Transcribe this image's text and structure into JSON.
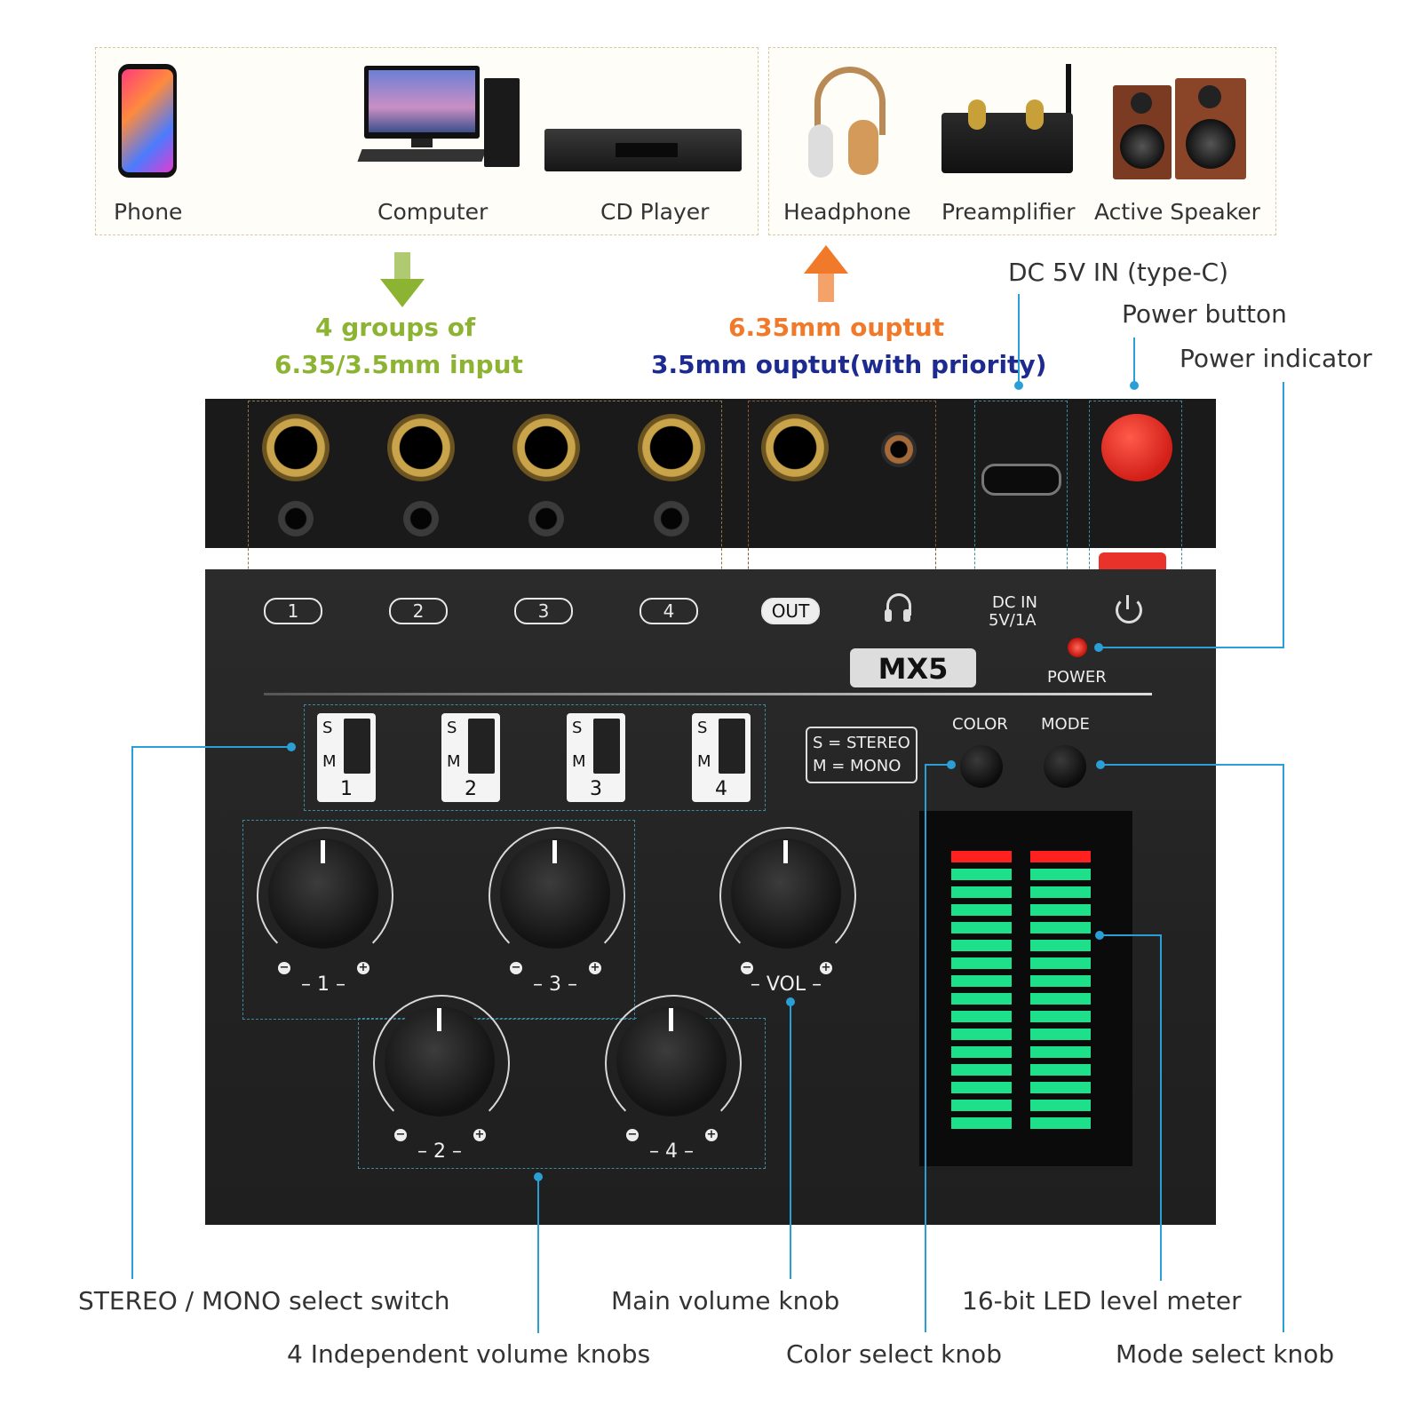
{
  "devices": {
    "inputs": [
      {
        "label": "Phone",
        "icon": "phone-icon"
      },
      {
        "label": "Computer",
        "icon": "computer-icon"
      },
      {
        "label": "CD Player",
        "icon": "cd-player-icon"
      }
    ],
    "outputs": [
      {
        "label": "Headphone",
        "icon": "headphone-icon"
      },
      {
        "label": "Preamplifier",
        "icon": "preamplifier-icon"
      },
      {
        "label": "Active Speaker",
        "icon": "speaker-icon"
      }
    ]
  },
  "annotations": {
    "input_line1": "4 groups of",
    "input_line2": "6.35/3.5mm input",
    "output_line1": "6.35mm ouptut",
    "output_line2": "3.5mm ouptut(with priority)",
    "dc_in": "DC 5V IN (type-C)",
    "power_button": "Power button",
    "power_indicator": "Power indicator",
    "stereo_mono": "STEREO / MONO select switch",
    "independent_knobs": "4 Independent volume knobs",
    "main_volume": "Main volume knob",
    "color_knob": "Color select knob",
    "led_meter": "16-bit LED level meter",
    "mode_knob": "Mode select knob"
  },
  "panel": {
    "ports": [
      "1",
      "2",
      "3",
      "4"
    ],
    "out_label": "OUT",
    "dc_label_1": "DC IN",
    "dc_label_2": "5V/1A",
    "model": "MX5",
    "power_label": "POWER",
    "legend_1": "S = STEREO",
    "legend_2": "M = MONO",
    "color_label": "COLOR",
    "mode_label": "MODE",
    "switches": [
      {
        "s": "S",
        "m": "M",
        "num": "1"
      },
      {
        "s": "S",
        "m": "M",
        "num": "2"
      },
      {
        "s": "S",
        "m": "M",
        "num": "3"
      },
      {
        "s": "S",
        "m": "M",
        "num": "4"
      }
    ],
    "knob_labels": {
      "k1": "– 1 –",
      "k2": "– 2 –",
      "k3": "– 3 –",
      "k4": "– 4 –",
      "vol": "– VOL –"
    }
  },
  "colors": {
    "callout_line": "#2a9fd6",
    "input_arrow": "#8db333",
    "output_arrow": "#f07a2a",
    "power_button": "#e8322a",
    "meter_green": "#1fe08a",
    "meter_red": "#ff2020"
  },
  "meter": {
    "segments_per_channel": 16,
    "red_segments": 1
  }
}
